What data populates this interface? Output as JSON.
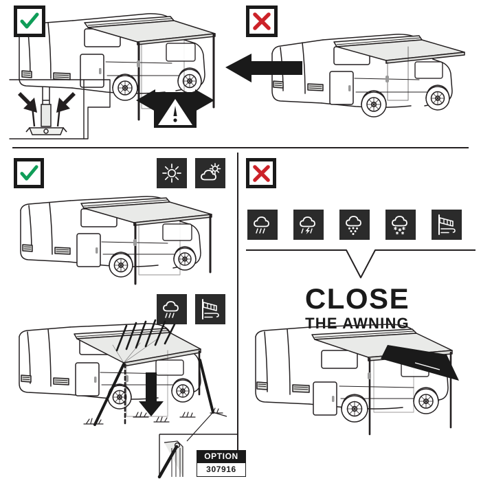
{
  "document": {
    "title": "Awning Usage Safety Instructions",
    "type": "pictogram-instruction-sheet"
  },
  "colors": {
    "check_green": "#0f9d58",
    "cross_red": "#cc2229",
    "ink": "#231f20",
    "tile_dark": "#2b2b2b",
    "fill_light": "#e9eae8",
    "white": "#ffffff"
  },
  "panels": {
    "top_left": {
      "status": "allowed",
      "status_icon": "green-check",
      "description": "Motorhome with awning extended and support legs staked to the ground",
      "detail_inset": {
        "description": "Close-up of awning leg foot secured with two ground pegs",
        "arrows": 2,
        "arrow_direction": "down"
      },
      "warning": {
        "icon": "warning-triangle-exclamation",
        "symbol": "!",
        "arrows": "double-headed-horizontal",
        "meaning": "keep clearance on both sides"
      }
    },
    "top_right": {
      "status": "forbidden",
      "status_icon": "red-cross",
      "description": "Motorhome with awning extended without support legs",
      "arrow": {
        "direction": "left",
        "style": "solid-block"
      }
    },
    "bottom_left": {
      "status": "allowed",
      "status_icon": "green-check",
      "weather_allowed": [
        {
          "name": "sun-icon",
          "label": "sunny"
        },
        {
          "name": "sun-behind-cloud-icon",
          "label": "partly cloudy"
        }
      ],
      "scene_top": {
        "description": "Motorhome with awning extended level on two support legs in fair weather"
      },
      "weather_caution": [
        {
          "name": "rain-cloud-icon",
          "label": "rain"
        },
        {
          "name": "windsock-icon",
          "label": "wind"
        }
      ],
      "scene_bottom": {
        "description": "Motorhome with awning tilted for rain run-off, legs guyed to ground with tie-down straps and pegs",
        "rain_lines": 6,
        "arrow_direction": "down"
      },
      "option": {
        "label": "OPTION",
        "code": "307916",
        "description": "Tie-down kit detail inset"
      }
    },
    "bottom_right": {
      "status": "forbidden",
      "status_icon": "red-cross",
      "weather_forbidden": [
        {
          "name": "rain-cloud-icon",
          "label": "rain"
        },
        {
          "name": "thunderstorm-cloud-icon",
          "label": "thunderstorm"
        },
        {
          "name": "sleet-cloud-icon",
          "label": "sleet / hail"
        },
        {
          "name": "snow-cloud-icon",
          "label": "snow"
        },
        {
          "name": "windsock-icon",
          "label": "strong wind"
        }
      ],
      "pointer": {
        "shape": "v-notch-bracket",
        "direction": "down"
      },
      "instruction": {
        "line1": "CLOSE",
        "line2": "THE AWNING"
      },
      "scene": {
        "description": "Motorhome with awning being retracted, black wedge arrow shows closing motion"
      }
    }
  }
}
